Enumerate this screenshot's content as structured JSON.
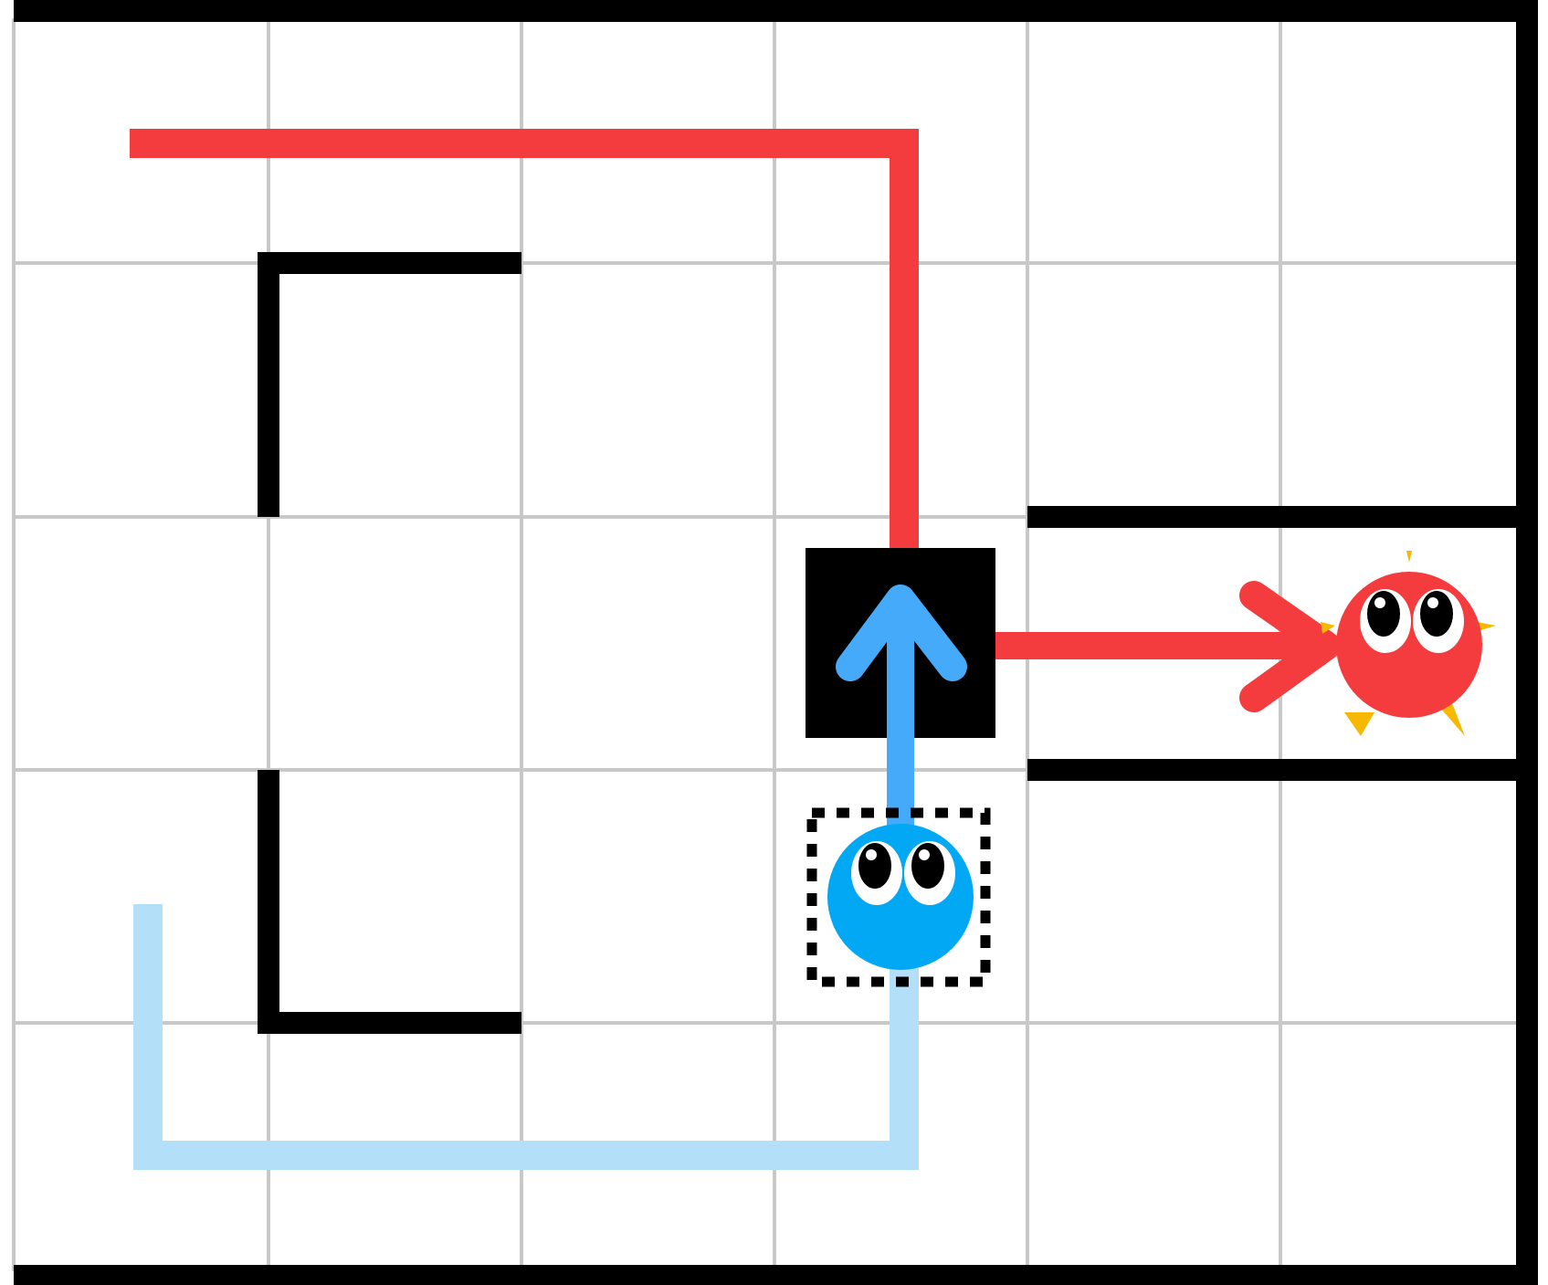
{
  "puzzle": {
    "grid": {
      "columns": 6,
      "rows": 5
    },
    "colors": {
      "background": "#ffffff",
      "grid_line": "#c8c8c8",
      "wall": "#000000",
      "red": "#f43b3d",
      "blue_arrow": "#45aaf9",
      "blue_trail": "#b3dff9",
      "blue_character": "#02a8f3",
      "spark": "#f6b800"
    },
    "pieces": [
      {
        "name": "blue-character",
        "color": "blue",
        "cell": [
          3,
          3
        ],
        "selected": true,
        "icon": "blue-blob-character-icon"
      },
      {
        "name": "red-character",
        "color": "red",
        "cell": [
          5,
          2
        ],
        "icon": "red-blob-character-icon"
      },
      {
        "name": "black-block",
        "cell": [
          3,
          2
        ],
        "icon": "black-block-icon"
      }
    ],
    "moves": [
      {
        "name": "blue-move-arrow",
        "from": [
          3,
          3
        ],
        "to": [
          3,
          2
        ],
        "direction": "up"
      },
      {
        "name": "red-move-arrow",
        "from": [
          3,
          2
        ],
        "to": [
          5,
          2
        ],
        "direction": "right"
      }
    ]
  }
}
